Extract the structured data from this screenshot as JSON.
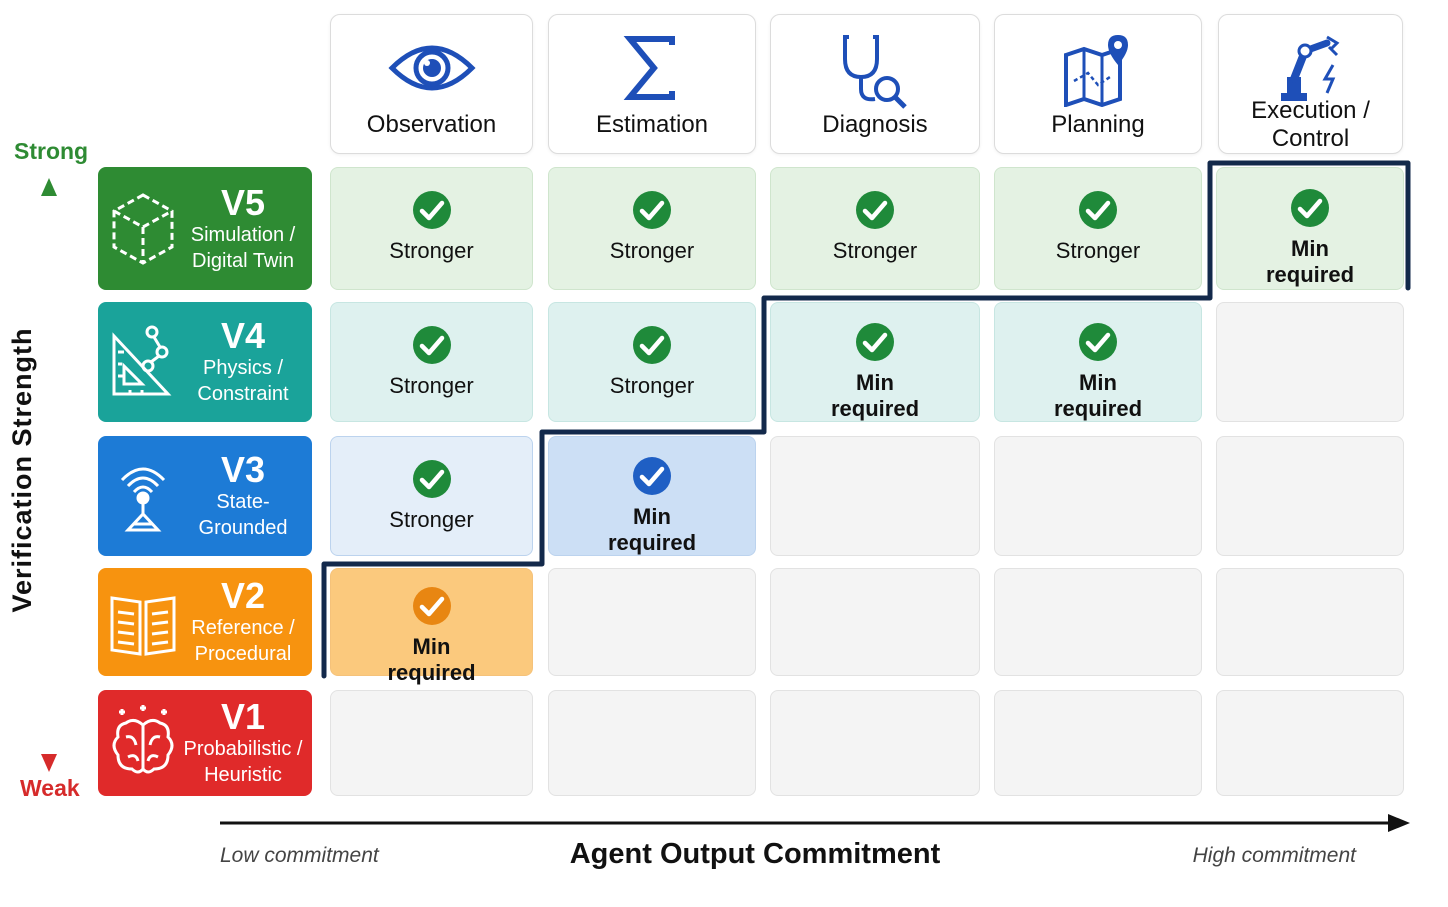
{
  "columns": [
    {
      "label": "Observation",
      "icon": "eye-icon"
    },
    {
      "label": "Estimation",
      "icon": "sigma-icon"
    },
    {
      "label": "Diagnosis",
      "icon": "stethoscope-icon"
    },
    {
      "label": "Planning",
      "icon": "map-icon"
    },
    {
      "label": "Execution /\nControl",
      "icon": "robot-arm-icon"
    }
  ],
  "rows": [
    {
      "code": "V5",
      "name": "Simulation /\nDigital Twin",
      "color": "#2e8b33",
      "icon": "cube-icon",
      "cells": [
        "Stronger",
        "Stronger",
        "Stronger",
        "Stronger",
        "Min\nrequired"
      ]
    },
    {
      "code": "V4",
      "name": "Physics /\nConstraint",
      "color": "#1aa39a",
      "icon": "physics-icon",
      "cells": [
        "Stronger",
        "Stronger",
        "Min\nrequired",
        "Min\nrequired",
        ""
      ]
    },
    {
      "code": "V3",
      "name": "State-Grounded",
      "color": "#1d7bd6",
      "icon": "sensor-icon",
      "cells": [
        "Stronger",
        "Min\nrequired",
        "",
        "",
        ""
      ]
    },
    {
      "code": "V2",
      "name": "Reference /\nProcedural",
      "color": "#f7930f",
      "icon": "book-icon",
      "cells": [
        "Min\nrequired",
        "",
        "",
        "",
        ""
      ]
    },
    {
      "code": "V1",
      "name": "Probabilistic /\nHeuristic",
      "color": "#e02a2a",
      "icon": "brain-icon",
      "cells": [
        "",
        "",
        "",
        "",
        ""
      ]
    }
  ],
  "y_axis": {
    "label": "Verification Strength",
    "top": "Strong",
    "bottom": "Weak",
    "top_color": "#2e8b33",
    "bottom_color": "#d62b2b"
  },
  "x_axis": {
    "label": "Agent Output Commitment",
    "left": "Low commitment",
    "right": "High commitment"
  },
  "colors": {
    "stair_line": "#13294b",
    "header_icon": "#1e4fb8",
    "check_green": "#1f8a3a",
    "check_blue": "#1f5fc4",
    "check_orange": "#e88612"
  }
}
